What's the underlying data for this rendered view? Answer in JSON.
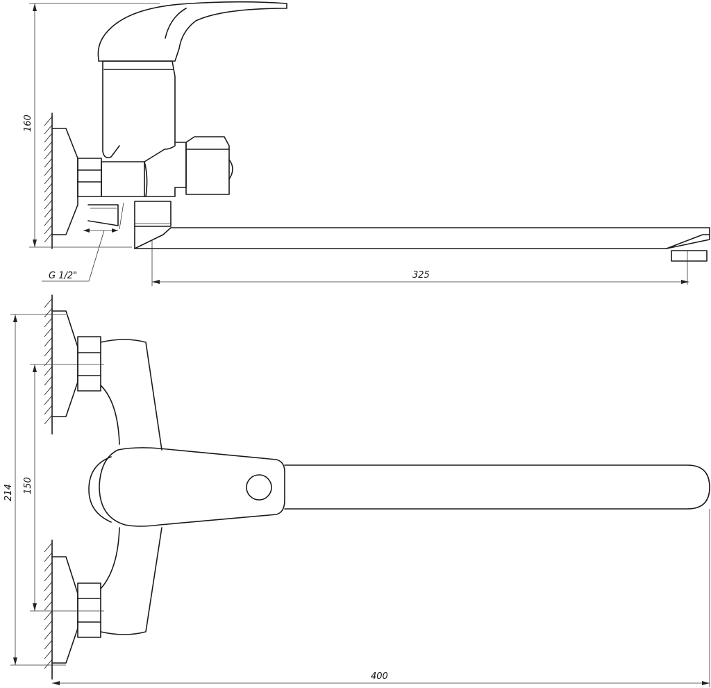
{
  "dimensions": {
    "height_side": "160",
    "thread": "G 1/2\"",
    "spout_reach": "325",
    "outer_width": "214",
    "center_distance": "150",
    "total_length": "400"
  }
}
